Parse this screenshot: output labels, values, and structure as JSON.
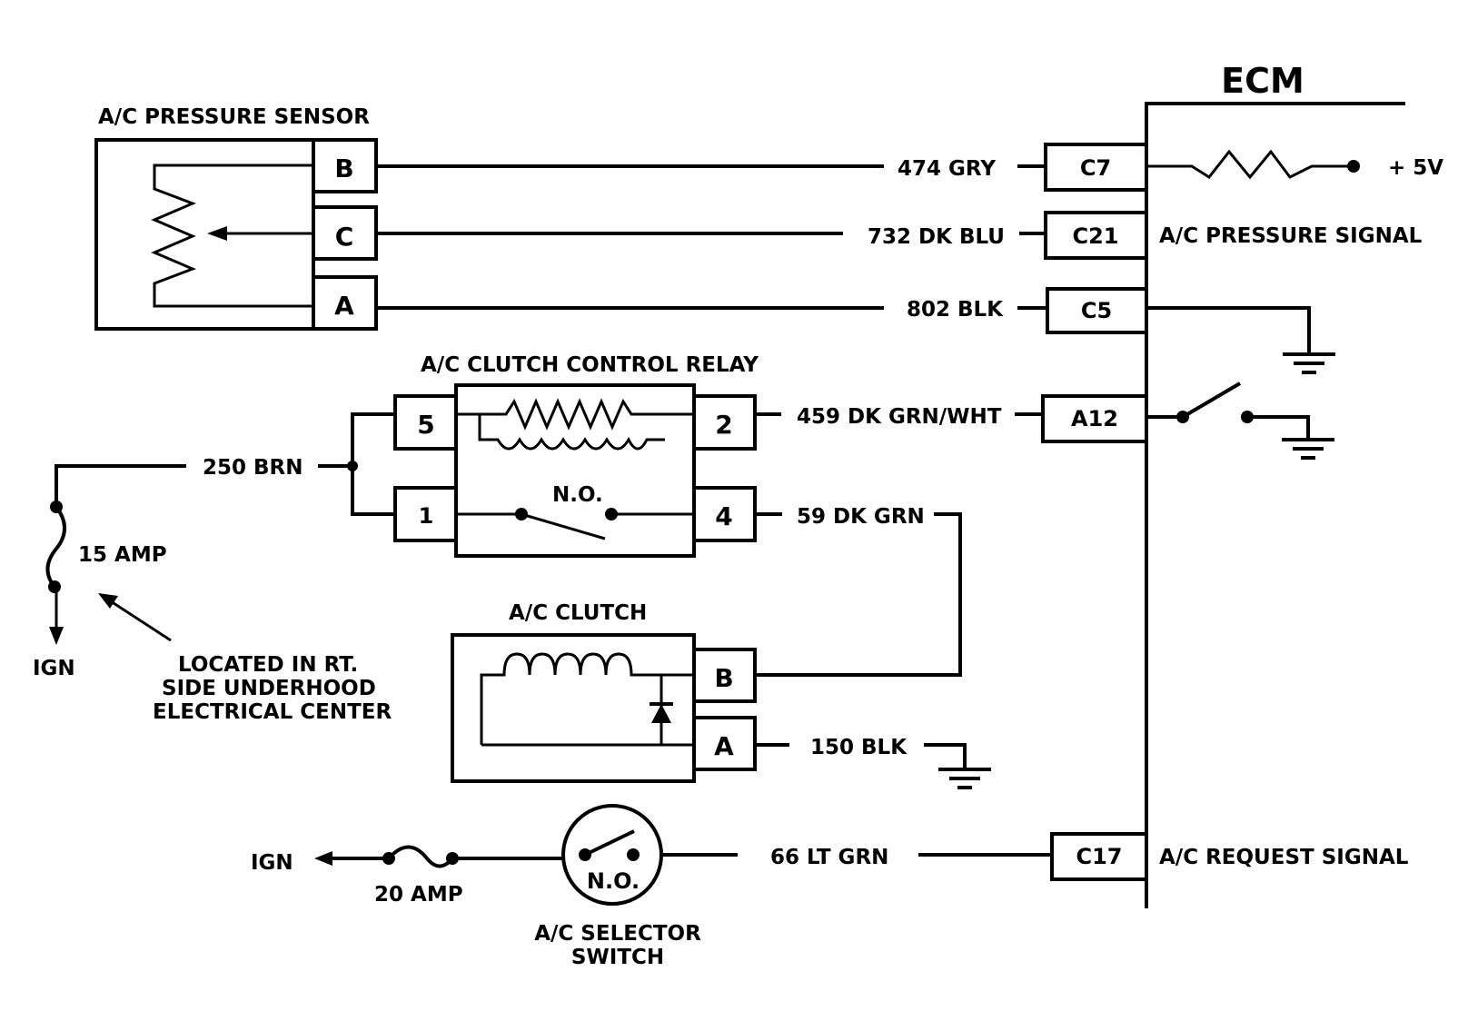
{
  "ecm": {
    "title": "ECM"
  },
  "pressure_sensor": {
    "title": "A/C PRESSURE SENSOR",
    "pins": {
      "b": "B",
      "c": "C",
      "a": "A"
    }
  },
  "relay": {
    "title": "A/C CLUTCH CONTROL RELAY",
    "pins": {
      "p5": "5",
      "p1": "1",
      "p2": "2",
      "p4": "4"
    },
    "contact": "N.O."
  },
  "clutch": {
    "title": "A/C CLUTCH",
    "pins": {
      "b": "B",
      "a": "A"
    }
  },
  "wires": {
    "w474": "474  GRY",
    "w732": "732 DK BLU",
    "w802": "802 BLK",
    "w459": "459  DK GRN/WHT",
    "w250": "250 BRN",
    "w59": "59 DK GRN",
    "w150": "150 BLK",
    "w66": "66 LT GRN"
  },
  "ecm_pins": {
    "c7": "C7",
    "c21": "C21",
    "c5": "C5",
    "a12": "A12",
    "c17": "C17"
  },
  "ecm_labels": {
    "plus5v": "+ 5V",
    "pressure_signal": "A/C PRESSURE SIGNAL",
    "request_signal": "A/C REQUEST SIGNAL"
  },
  "fuse15": {
    "rating": "15 AMP",
    "ign": "IGN",
    "note": [
      "LOCATED IN RT.",
      "SIDE UNDERHOOD",
      "ELECTRICAL CENTER"
    ]
  },
  "fuse20": {
    "rating": "20 AMP",
    "ign": "IGN"
  },
  "selector": {
    "contact": "N.O.",
    "title": [
      "A/C SELECTOR",
      "SWITCH"
    ]
  }
}
